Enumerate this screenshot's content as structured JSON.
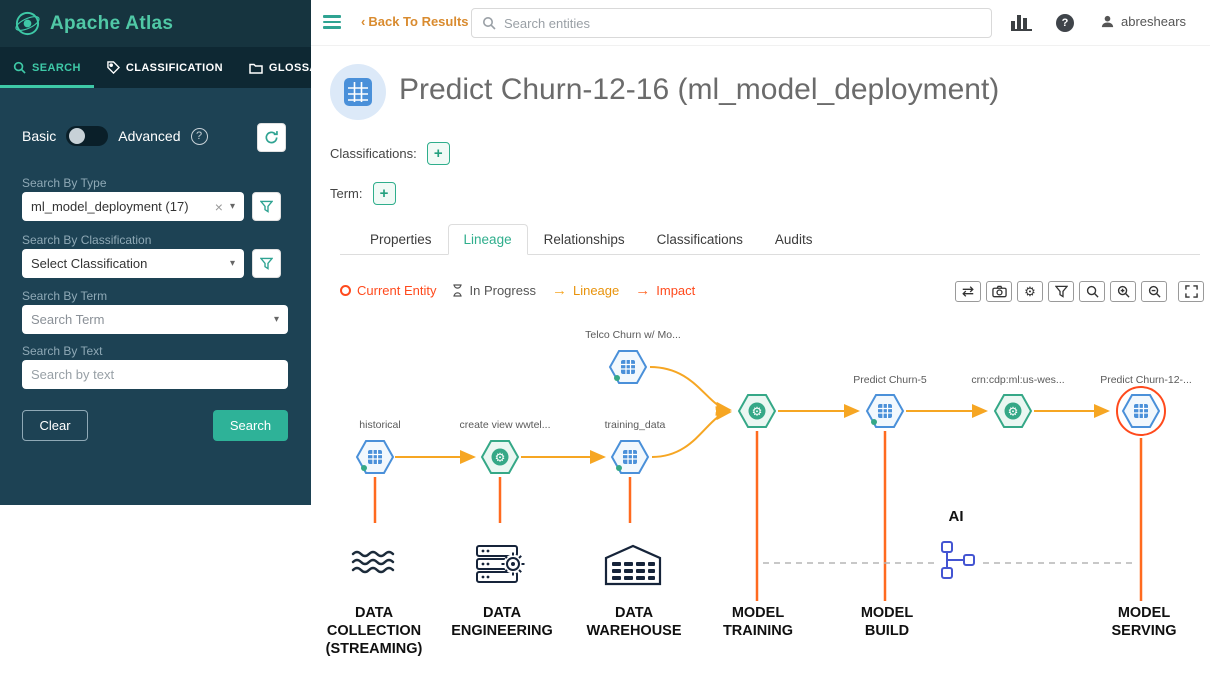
{
  "icons": {
    "plus": "+",
    "clear_x": "×",
    "caret": "▾",
    "chevron_left": "‹",
    "question": "?",
    "arrow": "→",
    "gear": "⚙"
  },
  "brand": {
    "name": "Apache Atlas"
  },
  "sidebar": {
    "nav": [
      {
        "label": "SEARCH",
        "active": true
      },
      {
        "label": "CLASSIFICATION",
        "active": false
      },
      {
        "label": "GLOSSARY",
        "active": false
      }
    ],
    "mode": {
      "basic": "Basic",
      "advanced": "Advanced"
    },
    "fields": {
      "type": {
        "label": "Search By Type",
        "value": "ml_model_deployment (17)"
      },
      "classification": {
        "label": "Search By Classification",
        "value": "Select Classification"
      },
      "term": {
        "label": "Search By Term",
        "placeholder": "Search Term"
      },
      "text": {
        "label": "Search By Text",
        "placeholder": "Search by text"
      }
    },
    "buttons": {
      "clear": "Clear",
      "search": "Search"
    }
  },
  "topbar": {
    "back": "Back To Results",
    "search_placeholder": "Search entities",
    "user": "abreshears"
  },
  "entity": {
    "title": "Predict Churn-12-16 (ml_model_deployment)",
    "classifications_label": "Classifications:",
    "term_label": "Term:"
  },
  "detail_tabs": [
    {
      "label": "Properties",
      "active": false
    },
    {
      "label": "Lineage",
      "active": true
    },
    {
      "label": "Relationships",
      "active": false
    },
    {
      "label": "Classifications",
      "active": false
    },
    {
      "label": "Audits",
      "active": false
    }
  ],
  "lineage": {
    "legend": {
      "current_entity": "Current Entity",
      "in_progress": "In Progress",
      "lineage": "Lineage",
      "impact": "Impact"
    },
    "toolbar_icons": [
      "swap",
      "camera",
      "settings",
      "filter",
      "search",
      "zoom-in",
      "zoom-out",
      "fullscreen"
    ],
    "nodes": [
      {
        "label": "historical",
        "type": "dataset"
      },
      {
        "label": "create view wwtel...",
        "type": "process"
      },
      {
        "label": "training_data",
        "type": "dataset"
      },
      {
        "label": "Telco Churn w/ Mo...",
        "type": "dataset"
      },
      {
        "label": "",
        "type": "process"
      },
      {
        "label": "Predict Churn-5",
        "type": "dataset"
      },
      {
        "label": "crn:cdp:ml:us-wes...",
        "type": "process"
      },
      {
        "label": "Predict Churn-12-...",
        "type": "dataset",
        "current": true
      }
    ],
    "ai_label": "AI",
    "stages": [
      {
        "label": "DATA COLLECTION (STREAMING)",
        "lines": [
          "DATA",
          "COLLECTION",
          "(STREAMING)"
        ]
      },
      {
        "label": "DATA ENGINEERING",
        "lines": [
          "DATA",
          "ENGINEERING"
        ]
      },
      {
        "label": "DATA WAREHOUSE",
        "lines": [
          "DATA",
          "WAREHOUSE"
        ]
      },
      {
        "label": "MODEL TRAINING",
        "lines": [
          "MODEL",
          "TRAINING"
        ]
      },
      {
        "label": "MODEL BUILD",
        "lines": [
          "MODEL",
          "BUILD"
        ]
      },
      {
        "label": "MODEL SERVING",
        "lines": [
          "MODEL",
          "SERVING"
        ]
      }
    ]
  },
  "colors": {
    "accent_green": "#2fae8c",
    "lineage_orange": "#f6a623",
    "stage_line_orange": "#ff6a1f",
    "current_ring_red": "#ff4a1d",
    "node_blue": "#4a90d9",
    "node_green": "#35a887"
  }
}
